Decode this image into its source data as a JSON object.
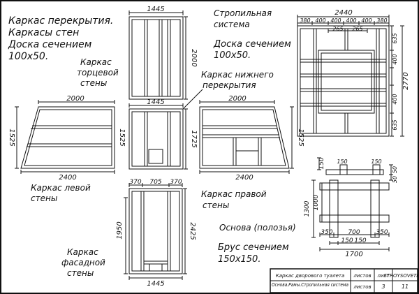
{
  "notes": {
    "general_line1": "Каркас перекрытия.",
    "general_line2": "Каркасы стен",
    "general_line3": "Доска сечением",
    "general_line4": "100x50.",
    "end_wall_line1": "Каркас",
    "end_wall_line2": "торцевой",
    "end_wall_line3": "стены",
    "rafter_line1": "Стропильная",
    "rafter_line2": "система",
    "rafter_line3": "Доска сечением",
    "rafter_line4": "100x50.",
    "floor_line1": "Каркас нижнего",
    "floor_line2": "перекрытия",
    "left_wall_line1": "Каркас левой",
    "left_wall_line2": "стены",
    "right_wall_line1": "Каркас правой",
    "right_wall_line2": "стены",
    "base_line1": "Основа (полозья)",
    "beam_line1": "Брус сечением",
    "beam_line2": "150x150.",
    "facade_line1": "Каркас",
    "facade_line2": "фасадной",
    "facade_line3": "стены"
  },
  "dimensions": {
    "roof_width": "1445",
    "roof_height": "2000",
    "floor_width": "1445",
    "floor_height": "1725",
    "left_top": "2000",
    "left_bottom": "2400",
    "left_side_a": "1525",
    "left_side_b": "1525",
    "right_top": "2000",
    "right_bottom": "2400",
    "right_side": "1525",
    "facade_a": "370",
    "facade_b": "705",
    "facade_c": "370",
    "facade_left": "1950",
    "facade_right": "2425",
    "facade_bottom": "1445",
    "rafter_total": "2440",
    "rafter_a": "380",
    "rafter_b": "400",
    "rafter_c": "400",
    "rafter_d": "400",
    "rafter_e": "400",
    "rafter_f": "380",
    "rafter_g": "265",
    "rafter_h": "265",
    "rafter_r1": "635",
    "rafter_r2": "400",
    "rafter_r3": "400",
    "rafter_r4": "635",
    "rafter_height": "2770",
    "base_a": "150",
    "base_b": "150",
    "base_c": "150",
    "base_d": "50",
    "base_e": "50",
    "base_f": "1300",
    "base_g": "1000",
    "base_h": "350",
    "base_i": "700",
    "base_j": "350",
    "base_k": "150",
    "base_l": "150",
    "base_m": "1700"
  },
  "title_block": {
    "title": "Каркас дворового туалета",
    "sheet_name": "Основа.Рамы.Стропильная система",
    "label_sheets1": "листов",
    "label_sheet": "лист",
    "label_sheets2": "листов",
    "sheet_number": "3",
    "sheet_total": "11",
    "site": "STROYSOVETI.RU"
  }
}
